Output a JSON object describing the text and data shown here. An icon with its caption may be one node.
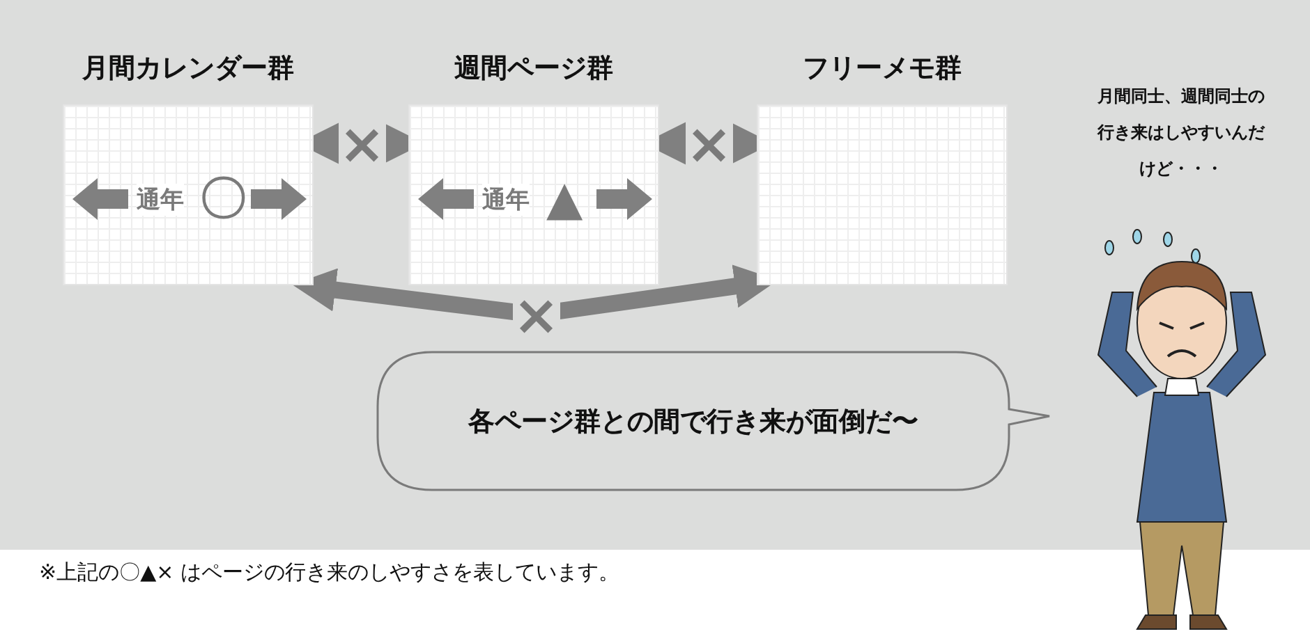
{
  "diagram": {
    "nodes": [
      {
        "text": [
          "月間カレンダー群",
          "通年",
          "〇"
        ]
      },
      {
        "text": [
          "週間ページ群",
          "通年",
          "▲"
        ]
      },
      {
        "text": [
          "フリーメモ群"
        ]
      },
      {
        "text": [
          "各ページ群との間で行き来が面倒だ〜"
        ]
      },
      {
        "text": [],
        "shape": "person",
        "beside": [
          "月間同士、週間同士の行き来はしやすいんだけど・・・"
        ]
      }
    ],
    "edges": [
      {
        "from": 0,
        "to": 1,
        "arrow": "both",
        "label": "×"
      },
      {
        "from": 1,
        "to": 2,
        "arrow": "both",
        "label": "×"
      },
      {
        "from": 0,
        "to": 2,
        "arrow": "both",
        "label": "×"
      }
    ],
    "labels": [
      "※上記の〇▲× はページの行き来のしやすさを表しています。"
    ]
  }
}
